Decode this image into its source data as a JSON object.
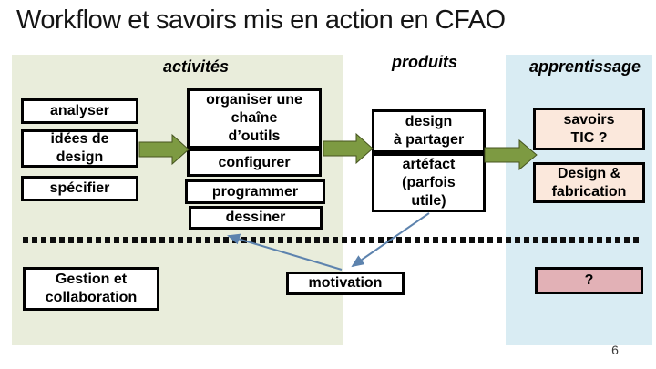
{
  "slide": {
    "title": "Workflow et savoirs mis en action en CFAO",
    "page_number": "6"
  },
  "columns": {
    "activites": "activités",
    "produits": "produits",
    "apprentissage": "apprentissage"
  },
  "boxes": {
    "analyser": "analyser",
    "idees_de_design": "idées de\ndesign",
    "specifier": "spécifier",
    "organiser_chaine": "organiser une\nchaîne\nd’outils",
    "configurer": "configurer",
    "programmer": "programmer",
    "dessiner": "dessiner",
    "design_a_partager": "design\nà partager",
    "artefact": "artéfact\n(parfois\nutile)",
    "savoirs_tic": "savoirs\nTIC ?",
    "design_fabrication": "Design &\nfabrication",
    "gestion_collaboration": "Gestion et\ncollaboration",
    "motivation": "motivation",
    "question": "?"
  },
  "arrows": {
    "green_flow": [
      "activités (idées de design) → organiser une chaîne d’outils",
      "chaîne d’outils / configurer → design à partager / artéfact",
      "produits → savoirs TIC ?"
    ],
    "blue_links": [
      "artéfact (parfois utile) → motivation",
      "motivation → dessiner"
    ]
  },
  "colors": {
    "panel_activites": "#e9eddb",
    "panel_apprentissage": "#d9ecf3",
    "box_apprentissage_fill": "#fbe8dc",
    "box_question_fill": "#e2b1b6",
    "arrow_green": "#7d9a42",
    "arrow_blue": "#5d83ae",
    "box_border": "#000000"
  }
}
